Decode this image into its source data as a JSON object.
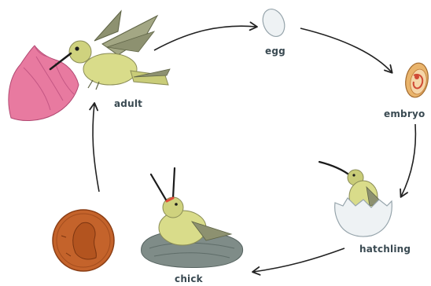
{
  "diagram": {
    "stages": {
      "adult": "adult",
      "egg": "egg",
      "embryo": "embryo",
      "hatchling": "hatchling",
      "chick": "chick"
    },
    "colors": {
      "bird_body": "#d9dc8a",
      "bird_wing": "#8d9170",
      "flower": "#e87aa0",
      "shell": "#eef2f4",
      "nest": "#7f8c88",
      "penny": "#c4632b",
      "arrow": "#222222",
      "label_text": "#3a4a52"
    },
    "icons": [
      "hummingbird-adult-icon",
      "egg-icon",
      "embryo-egg-icon",
      "hatchling-icon",
      "chick-in-nest-icon",
      "penny-icon",
      "flower-icon"
    ]
  }
}
